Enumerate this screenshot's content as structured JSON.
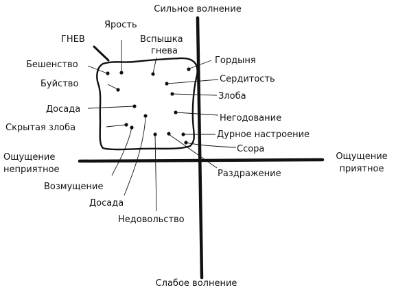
{
  "diagram": {
    "axes": {
      "top": "Сильное волнение",
      "bottom": "Слабое волнение",
      "left_line1": "Ощущение",
      "left_line2": "неприятное",
      "right_line1": "Ощущение",
      "right_line2": "приятное"
    },
    "region_label": "ГНЕВ",
    "emotions": {
      "yarost": "Ярость",
      "vspyshka_line1": "Вспышка",
      "vspyshka_line2": "гнева",
      "beshenstvo": "Бешенство",
      "buystvo": "Буйство",
      "dosada_inner": "Досада",
      "skrytaya_zloba": "Скрытая злоба",
      "gordynya": "Гордыня",
      "serditost": "Сердитость",
      "zloba": "Злоба",
      "negodovanie": "Негодование",
      "durnoe_nastroenie": "Дурное настроение",
      "ssora": "Ссора",
      "razdrazhenie": "Раздражение",
      "vozmushchenie": "Возмущение",
      "dosada_outer": "Досада",
      "nedovolstvo": "Недовольство"
    }
  }
}
